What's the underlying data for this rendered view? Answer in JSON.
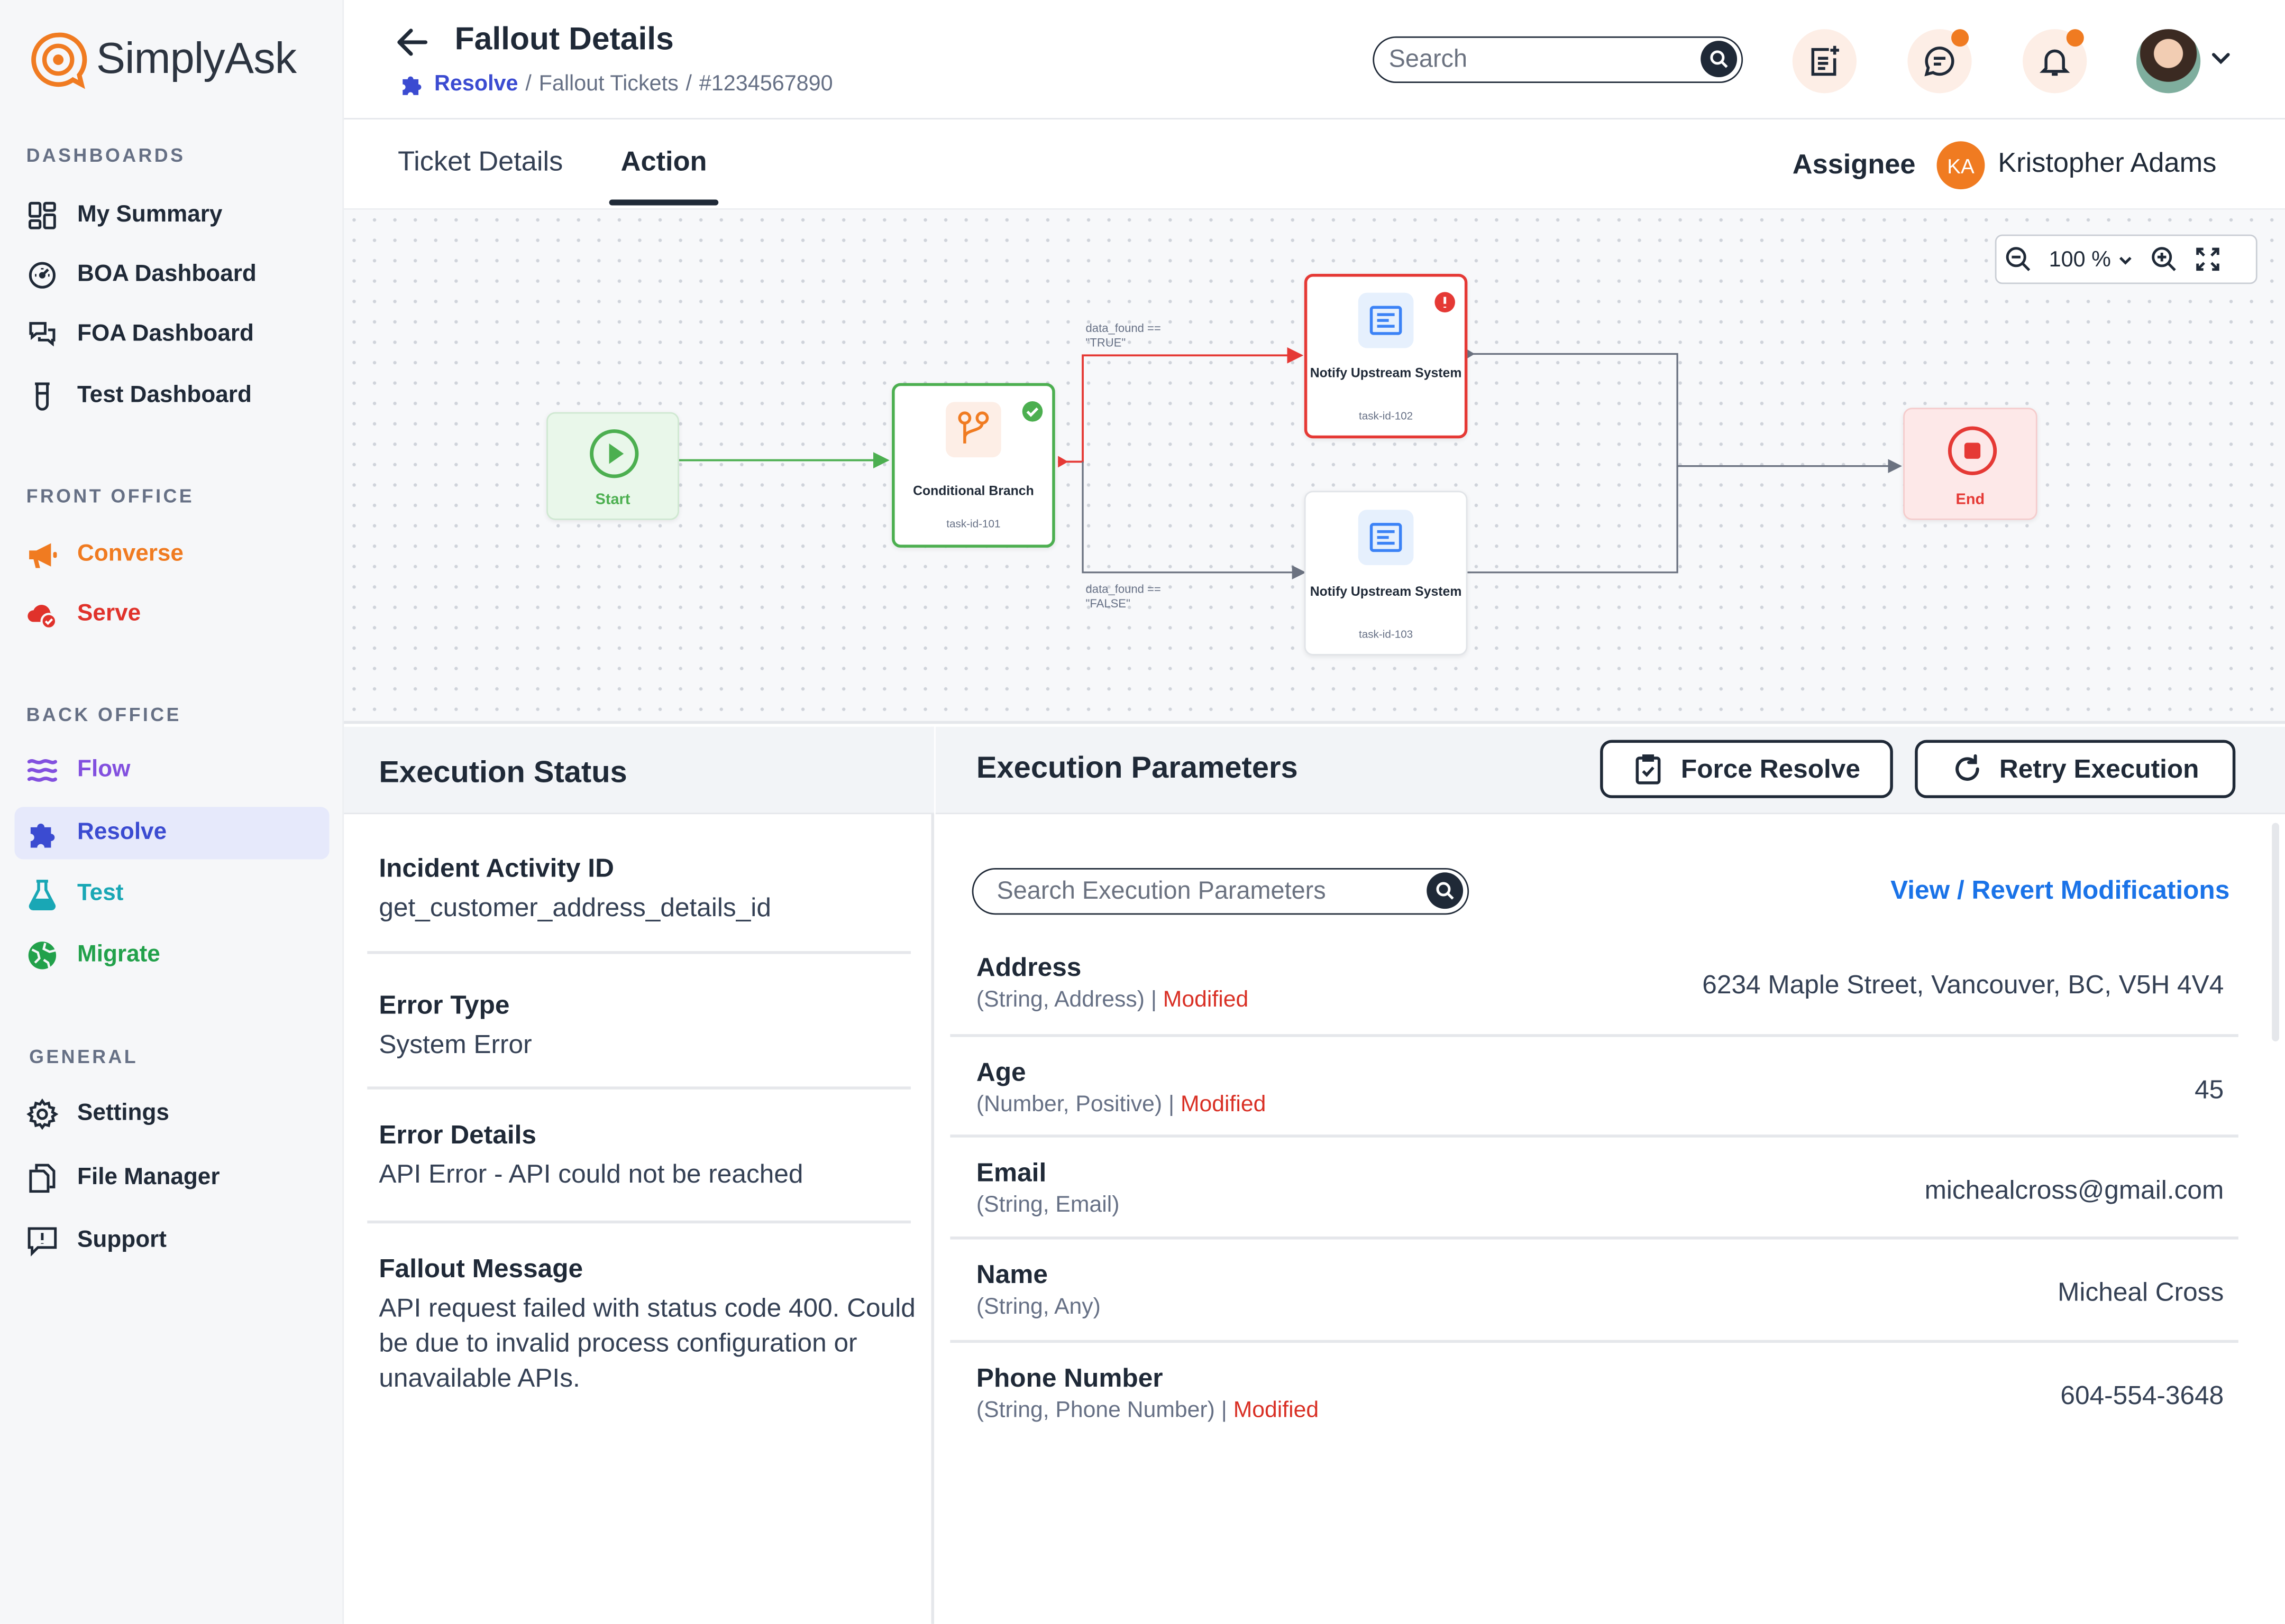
{
  "brand": {
    "name_simply": "Simply",
    "name_ask": "Ask"
  },
  "sidebar": {
    "sections": {
      "dashboards": "DASHBOARDS",
      "front_office": "FRONT OFFICE",
      "back_office": "BACK OFFICE",
      "general": "GENERAL"
    },
    "items": [
      {
        "label": "My Summary",
        "icon": "grid-icon"
      },
      {
        "label": "BOA Dashboard",
        "icon": "gauge-icon"
      },
      {
        "label": "FOA Dashboard",
        "icon": "chat-bubbles-icon"
      },
      {
        "label": "Test Dashboard",
        "icon": "test-tube-icon"
      },
      {
        "label": "Converse",
        "icon": "megaphone-icon",
        "color": "#f07b21"
      },
      {
        "label": "Serve",
        "icon": "cloud-check-icon",
        "color": "#e0322b"
      },
      {
        "label": "Flow",
        "icon": "waves-icon",
        "color": "#8250df"
      },
      {
        "label": "Resolve",
        "icon": "puzzle-icon",
        "color": "#3b4bd1",
        "active": true
      },
      {
        "label": "Test",
        "icon": "flask-icon",
        "color": "#19a7b5"
      },
      {
        "label": "Migrate",
        "icon": "globe-icon",
        "color": "#22a14b"
      },
      {
        "label": "Settings",
        "icon": "gear-icon"
      },
      {
        "label": "File Manager",
        "icon": "files-icon"
      },
      {
        "label": "Support",
        "icon": "support-icon"
      }
    ]
  },
  "header": {
    "title": "Fallout Details",
    "breadcrumb": [
      "Resolve",
      "Fallout Tickets",
      "#1234567890"
    ],
    "search_placeholder": "Search"
  },
  "tabs": [
    {
      "label": "Ticket Details",
      "active": false
    },
    {
      "label": "Action",
      "active": true
    }
  ],
  "assignee": {
    "label": "Assignee",
    "initials": "KA",
    "name": "Kristopher Adams"
  },
  "canvas": {
    "zoom": "100 %",
    "nodes": [
      {
        "label": "Start",
        "type": "start"
      },
      {
        "label": "Conditional Branch",
        "id": "task-id-101",
        "status": "success"
      },
      {
        "label": "Notify Upstream System",
        "id": "task-id-102",
        "status": "error"
      },
      {
        "label": "Notify Upstream System",
        "id": "task-id-103",
        "status": "idle"
      },
      {
        "label": "End",
        "type": "end"
      }
    ],
    "edge_labels": {
      "true_line1": "data_found ==",
      "true_line2": "\"TRUE\"",
      "false_line1": "data_found ==",
      "false_line2": "\"FALSE\""
    },
    "colors": {
      "success": "#4caf50",
      "error": "#e53935",
      "neutral": "#6b7280"
    }
  },
  "execution_status": {
    "title": "Execution Status",
    "fields": [
      {
        "key": "Incident Activity ID",
        "value": "get_customer_address_details_id"
      },
      {
        "key": "Error Type",
        "value": "System Error"
      },
      {
        "key": "Error Details",
        "value": "API Error - API could not be reached"
      },
      {
        "key": "Fallout Message",
        "value": "API request failed with status code 400. Could be due to invalid process configuration or unavailable APIs."
      }
    ]
  },
  "execution_parameters": {
    "title": "Execution Parameters",
    "force_resolve_label": "Force Resolve",
    "retry_label": "Retry Execution",
    "search_placeholder": "Search Execution Parameters",
    "revert_link": "View / Revert Modifications",
    "modified_label": "Modified",
    "rows": [
      {
        "name": "Address",
        "type": "(String, Address)",
        "modified": true,
        "value": "6234 Maple Street, Vancouver, BC, V5H 4V4"
      },
      {
        "name": "Age",
        "type": "(Number, Positive)",
        "modified": true,
        "value": "45"
      },
      {
        "name": "Email",
        "type": "(String, Email)",
        "modified": false,
        "value": "michealcross@gmail.com"
      },
      {
        "name": "Name",
        "type": "(String, Any)",
        "modified": false,
        "value": "Micheal Cross"
      },
      {
        "name": "Phone Number",
        "type": "(String, Phone Number)",
        "modified": true,
        "value": "604-554-3648"
      }
    ]
  }
}
